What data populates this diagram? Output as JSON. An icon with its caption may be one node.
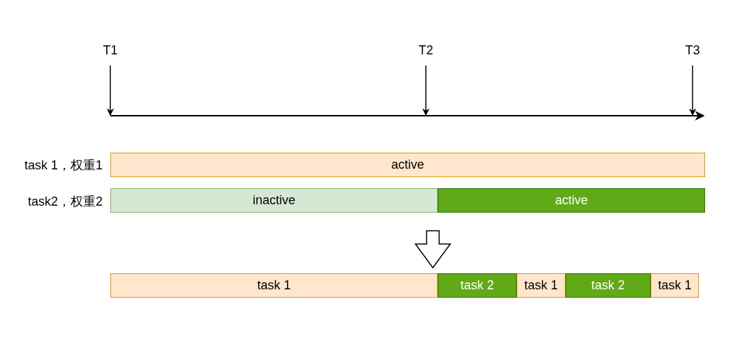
{
  "diagram": {
    "nodes": [
      {
        "text": [
          "T1"
        ]
      },
      {
        "text": [
          "T2"
        ]
      },
      {
        "text": [
          "T3"
        ]
      },
      {
        "text": [],
        "shape": "line"
      },
      {
        "text": [
          "active"
        ]
      },
      {
        "text": [
          "inactive"
        ]
      },
      {
        "text": [
          "active"
        ]
      },
      {
        "text": [
          "task 1"
        ]
      },
      {
        "text": [
          "task 2"
        ]
      },
      {
        "text": [
          "task 1"
        ]
      },
      {
        "text": [
          "task 2"
        ]
      },
      {
        "text": [
          "task 1"
        ]
      }
    ],
    "edges": [
      {
        "from": 0,
        "to": 3,
        "arrow": "to"
      },
      {
        "from": 1,
        "to": 3,
        "arrow": "to"
      },
      {
        "from": 2,
        "to": 3,
        "arrow": "to"
      },
      {
        "from": 5,
        "to": 7,
        "arrow": "to"
      }
    ],
    "labels": [
      "task 1，权重1",
      "task2，权重2"
    ]
  }
}
